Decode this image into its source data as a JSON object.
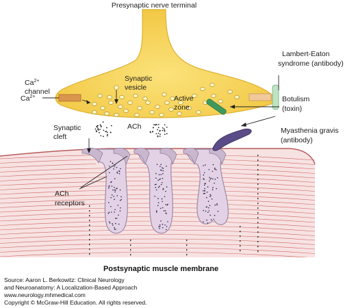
{
  "labels": {
    "presynaptic": "Presynaptic nerve terminal",
    "ca_channel_line1": "Ca",
    "ca_channel_sup": "2+",
    "ca_channel_line2": "channel",
    "ca_ion": "Ca",
    "ca_ion_sup": "2+",
    "synaptic_vesicle_1": "Synaptic",
    "synaptic_vesicle_2": "vesicle",
    "active_zone_1": "Active",
    "active_zone_2": "zone",
    "synaptic_cleft_1": "Synaptic",
    "synaptic_cleft_2": "cleft",
    "ach": "ACh",
    "ach_receptors_1": "ACh",
    "ach_receptors_2": "receptors",
    "lambert_1": "Lambert-Eaton",
    "lambert_2": "syndrome (antibody)",
    "botulism_1": "Botulism",
    "botulism_2": "(toxin)",
    "myasthenia_1": "Myasthenia gravis",
    "myasthenia_2": "(antibody)",
    "postsynaptic": "Postsynaptic muscle membrane"
  },
  "source": {
    "line1": "Source: Aaron L. Berkowitz: Clinical Neurology",
    "line2": "and Neuroanatomy: A Localization-Based Approach",
    "line3": "www.neurology.mhmedical.com",
    "line4": "Copyright © McGraw-Hill Education. All rights reserved."
  },
  "colors": {
    "terminal": "#f5d45a",
    "terminal_edge": "#e0b830",
    "membrane": "#f7e2e2",
    "stripe": "#c84a4a",
    "fold": "#e3d2e6",
    "fold_edge": "#9c8aa6",
    "ca_channel": "#d9954e",
    "lambert_antibody": "#bfe3c3",
    "botulism": "#3e9a5c",
    "myasthenia": "#5a4c86"
  }
}
